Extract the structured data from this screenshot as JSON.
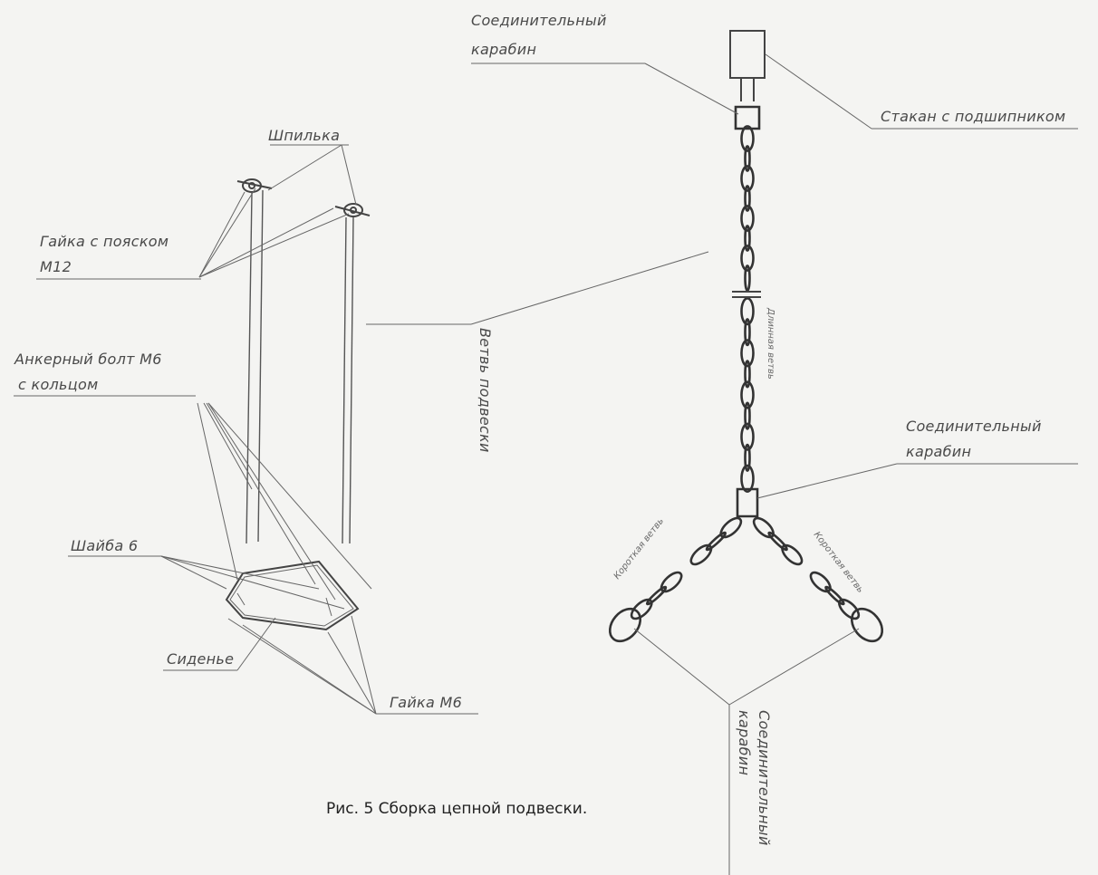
{
  "labels": {
    "pin": "Шпилька",
    "nut_collar": [
      "Гайка с пояском",
      "М12"
    ],
    "anchor_bolt": [
      "Анкерный болт М6",
      "с кольцом"
    ],
    "suspension_branch": "Ветвь подвески",
    "washer": "Шайба 6",
    "seat": "Сиденье",
    "nut_m6": "Гайка М6",
    "carabiner_top": [
      "Соединительный",
      "карабин"
    ],
    "cup_bearing": "Стакан с подшипником",
    "chain_branch_main": "Длинная ветвь",
    "carabiner_mid": [
      "Соединительный",
      "карабин"
    ],
    "chain_branch_left": "Короткая ветвь",
    "chain_branch_right": "Короткая ветвь",
    "carabiner_bottom": [
      "Соединительный",
      "карабин"
    ]
  },
  "caption": "Рис. 5 Сборка цепной подвески."
}
